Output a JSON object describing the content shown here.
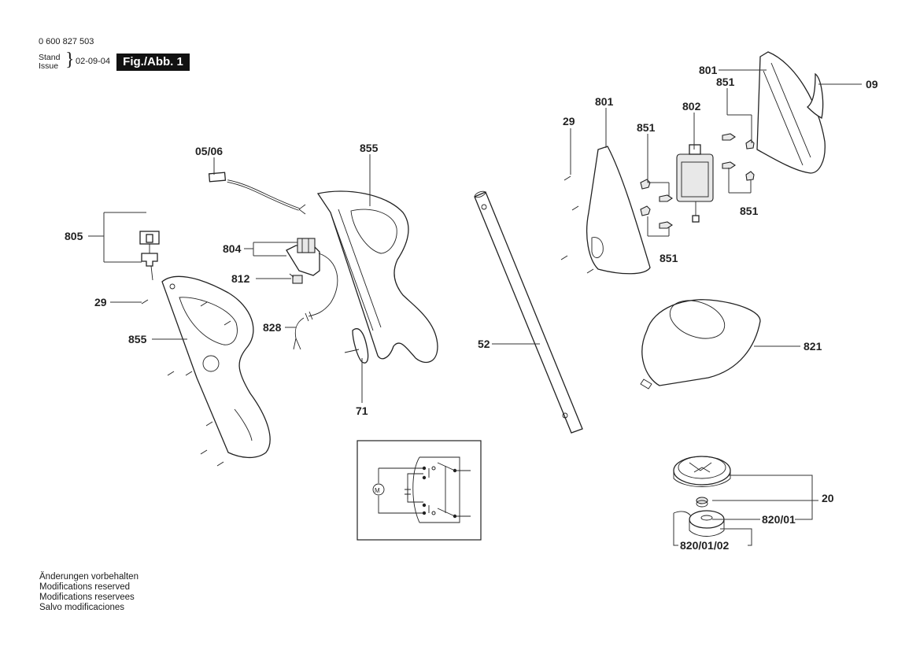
{
  "header": {
    "document_number": "0 600 827 503",
    "stand_label": "Stand",
    "issue_label": "Issue",
    "issue_date": "02-09-04",
    "figure_label": "Fig./Abb. 1"
  },
  "footer": {
    "notes": [
      "Änderungen vorbehalten",
      "Modifications reserved",
      "Modifications reservees",
      "Salvo modificaciones"
    ]
  },
  "parts": {
    "cable": "05/06",
    "plug_clamp": "805",
    "switch": "804",
    "capacitor": "812",
    "wire": "828",
    "handle_left": "855",
    "handle_right": "855",
    "screw_left": "29",
    "screw_right": "29",
    "clip": "71",
    "tube": "52",
    "housing_left": "801",
    "housing_right": "801",
    "motor": "802",
    "brush_top": "851",
    "brush_left_top": "851",
    "brush_left_bottom": "851",
    "brush_right_bottom": "851",
    "label_plate": "09",
    "guard": "821",
    "spool_kit": "20",
    "spool": "820/01",
    "spool_line": "820/01/02"
  }
}
